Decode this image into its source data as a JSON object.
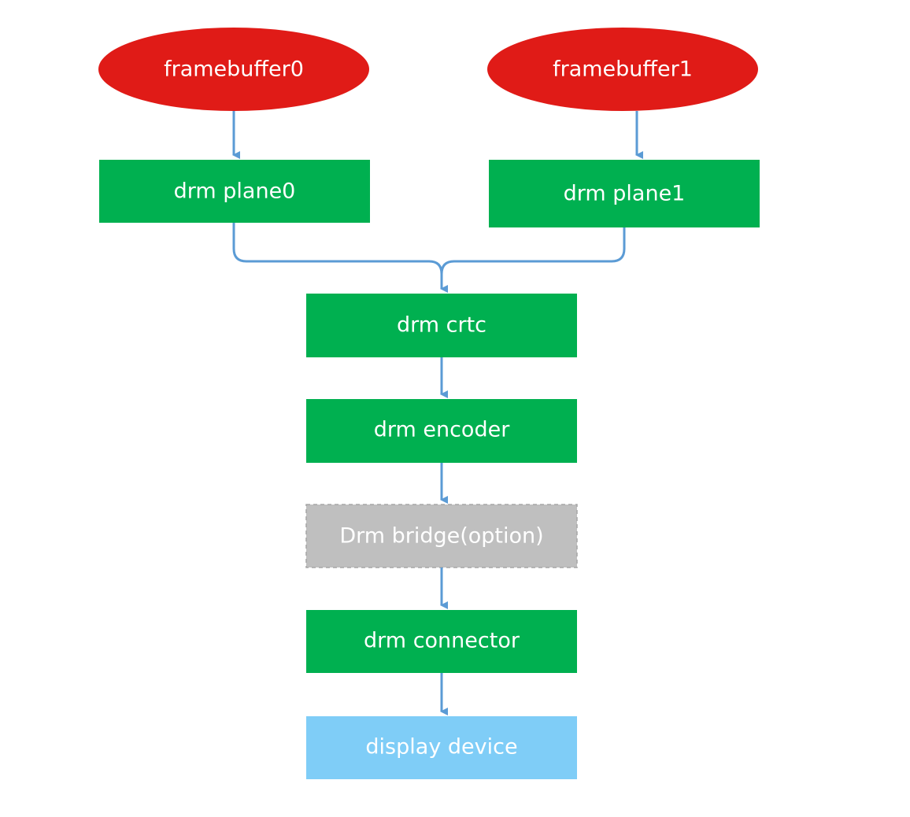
{
  "colors": {
    "framebuffer": "#e01b17",
    "drm_block": "#00b050",
    "bridge": "#bfbfbf",
    "display": "#7fcdf7",
    "arrow": "#5b9bd5"
  },
  "nodes": {
    "framebuffer0": "framebuffer0",
    "framebuffer1": "framebuffer1",
    "plane0": "drm plane0",
    "plane1": "drm plane1",
    "crtc": "drm crtc",
    "encoder": "drm encoder",
    "bridge": "Drm bridge(option)",
    "connector": "drm connector",
    "display": "display device"
  }
}
